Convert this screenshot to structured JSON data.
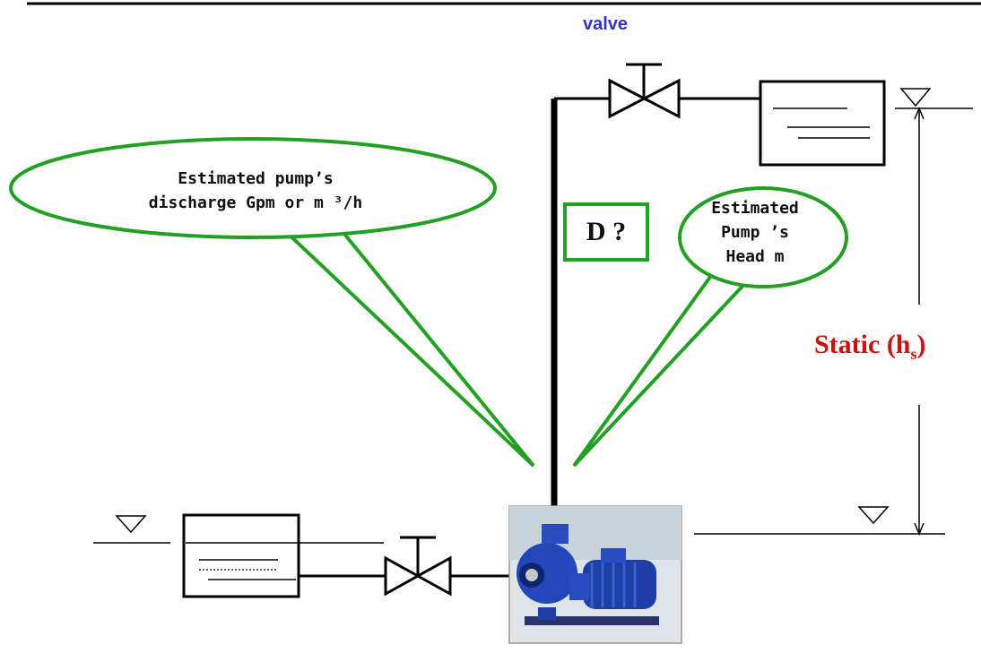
{
  "labels": {
    "valve": "valve",
    "discharge_bubble": [
      "Estimated pump’s",
      "discharge Gpm or m ³/h"
    ],
    "head_bubble": [
      "Estimated",
      "Pump ’s",
      "Head m"
    ],
    "diameter": "D ?",
    "static_main": "Static (h",
    "static_sub": "s",
    "static_close": ")"
  },
  "colors": {
    "bubble_outline": "#22a022",
    "static_text": "#cc1111",
    "valve_text": "#3333cc",
    "pump_blue": "#1e3ea8"
  },
  "icons": {
    "water_level_markers": "inverted-triangle",
    "valves": "gate-valve-symbol",
    "pump": "centrifugal-pump-photo"
  }
}
